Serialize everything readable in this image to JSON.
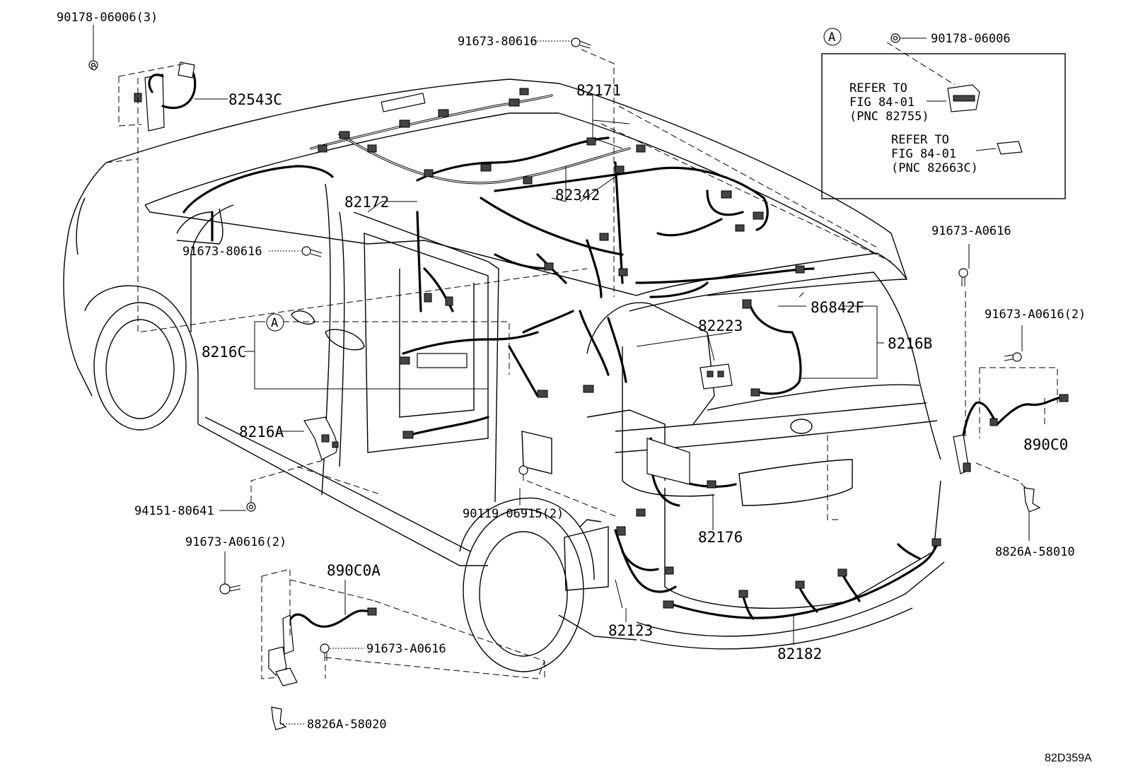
{
  "diagram_id": "82D359A",
  "callout_letter": "A",
  "inset": {
    "bolt_label": "90178-06006",
    "refs": [
      {
        "line1": "REFER TO",
        "line2": "FIG 84-01",
        "line3": "(PNC 82755)"
      },
      {
        "line1": "REFER TO",
        "line2": "FIG 84-01",
        "line3": "(PNC 82663C)"
      }
    ]
  },
  "labels": {
    "p90178_3": "90178-06006(3)",
    "p82543C": "82543C",
    "p91673_80616_top": "91673-80616",
    "p82171": "82171",
    "p82172": "82172",
    "p82342": "82342",
    "p91673_80616_mid": "91673-80616",
    "p91673_A0616_r": "91673-A0616",
    "p91673_A0616_2r": "91673-A0616(2)",
    "p82223": "82223",
    "p86842F": "86842F",
    "p8216B": "8216B",
    "p8216C": "8216C",
    "p8216A": "8216A",
    "p890C0": "890C0",
    "p94151": "94151-80641",
    "p90119": "90119-06915(2)",
    "p82176": "82176",
    "p8826A_58010": "8826A-58010",
    "p91673_A0616_2l": "91673-A0616(2)",
    "p890C0A": "890C0A",
    "p91673_A0616_l": "91673-A0616",
    "p82123": "82123",
    "p82182": "82182",
    "p8826A_58020": "8826A-58020"
  }
}
